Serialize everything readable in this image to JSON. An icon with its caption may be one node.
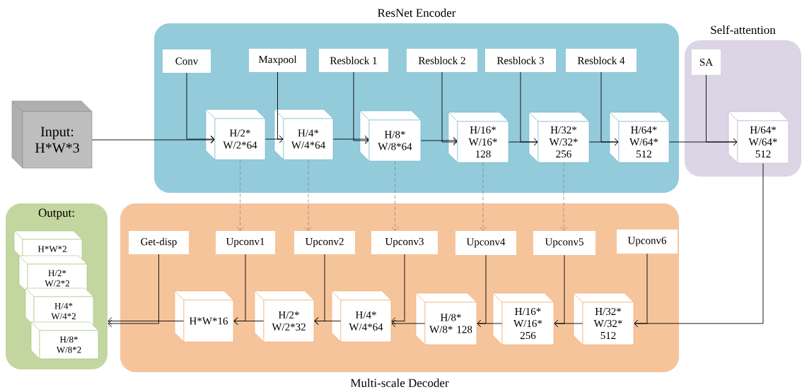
{
  "diagram": {
    "nodes": [
      {
        "text": [
          "ResNet Encoder"
        ]
      },
      {
        "text": [
          "Conv"
        ],
        "in": 0
      },
      {
        "text": [
          "Maxpool"
        ],
        "in": 0
      },
      {
        "text": [
          "Resblock 1"
        ],
        "in": 0
      },
      {
        "text": [
          "Resblock 2"
        ],
        "in": 0
      },
      {
        "text": [
          "Resblock 3"
        ],
        "in": 0
      },
      {
        "text": [
          "Resblock 4"
        ],
        "in": 0
      },
      {
        "text": [
          "Self-attention"
        ]
      },
      {
        "text": [
          "SA"
        ],
        "in": 7
      },
      {
        "text": [
          "Input: H*W*3"
        ]
      },
      {
        "text": [
          "H/2* W/2*64"
        ],
        "in": 0
      },
      {
        "text": [
          "H/4* W/4*64"
        ],
        "in": 0
      },
      {
        "text": [
          "H/8* W/8*64"
        ],
        "in": 0
      },
      {
        "text": [
          "H/16* W/16* 128"
        ],
        "in": 0
      },
      {
        "text": [
          "H/32* W/32* 256"
        ],
        "in": 0
      },
      {
        "text": [
          "H/64* W/64* 512"
        ],
        "in": 0
      },
      {
        "text": [
          "H/64* W/64* 512"
        ],
        "in": 7
      },
      {
        "text": [
          "Output:"
        ]
      },
      {
        "text": [
          "Multi-scale Decoder"
        ]
      },
      {
        "text": [
          "H*W*2"
        ],
        "in": 17
      },
      {
        "text": [
          "H/2* W/2*2"
        ],
        "in": 17
      },
      {
        "text": [
          "H/4* W/4*2"
        ],
        "in": 17
      },
      {
        "text": [
          "H/8* W/8*2"
        ],
        "in": 17
      },
      {
        "text": [
          "Get-disp"
        ],
        "in": 18
      },
      {
        "text": [
          "Upconv1"
        ],
        "in": 18
      },
      {
        "text": [
          "Upconv2"
        ],
        "in": 18
      },
      {
        "text": [
          "Upconv3"
        ],
        "in": 18
      },
      {
        "text": [
          "Upconv4"
        ],
        "in": 18
      },
      {
        "text": [
          "Upconv5"
        ],
        "in": 18
      },
      {
        "text": [
          "Upconv6"
        ],
        "in": 18
      },
      {
        "text": [
          "H*W*16"
        ],
        "in": 18
      },
      {
        "text": [
          "H/2* W/2*32"
        ],
        "in": 18
      },
      {
        "text": [
          "H/4* W/4*64"
        ],
        "in": 18
      },
      {
        "text": [
          "H/8* W/8* 128"
        ],
        "in": 18
      },
      {
        "text": [
          "H/16* W/16* 256"
        ],
        "in": 18
      },
      {
        "text": [
          "H/32* W/32* 512"
        ],
        "in": 18
      }
    ],
    "edges": [
      {
        "from": 9,
        "to": 10,
        "arrow": "to"
      },
      {
        "from": 10,
        "to": 11,
        "arrow": "to"
      },
      {
        "from": 11,
        "to": 12,
        "arrow": "to"
      },
      {
        "from": 12,
        "to": 13,
        "arrow": "to"
      },
      {
        "from": 13,
        "to": 14,
        "arrow": "to"
      },
      {
        "from": 14,
        "to": 15,
        "arrow": "to"
      },
      {
        "from": 15,
        "to": 16,
        "arrow": "to"
      },
      {
        "from": 16,
        "to": 35,
        "arrow": "to"
      },
      {
        "from": 35,
        "to": 34,
        "arrow": "to"
      },
      {
        "from": 34,
        "to": 33,
        "arrow": "to"
      },
      {
        "from": 33,
        "to": 32,
        "arrow": "to"
      },
      {
        "from": 32,
        "to": 31,
        "arrow": "to"
      },
      {
        "from": 31,
        "to": 30,
        "arrow": "to"
      },
      {
        "from": 30,
        "to": 17,
        "arrow": "to"
      },
      {
        "from": 1,
        "to": 10,
        "arrow": "to"
      },
      {
        "from": 2,
        "to": 11,
        "arrow": "to"
      },
      {
        "from": 3,
        "to": 12,
        "arrow": "to"
      },
      {
        "from": 4,
        "to": 13,
        "arrow": "to"
      },
      {
        "from": 5,
        "to": 14,
        "arrow": "to"
      },
      {
        "from": 6,
        "to": 15,
        "arrow": "to"
      },
      {
        "from": 8,
        "to": 16,
        "arrow": "to"
      },
      {
        "from": 29,
        "to": 35,
        "arrow": "to"
      },
      {
        "from": 28,
        "to": 34,
        "arrow": "to"
      },
      {
        "from": 27,
        "to": 33,
        "arrow": "to"
      },
      {
        "from": 26,
        "to": 32,
        "arrow": "to"
      },
      {
        "from": 25,
        "to": 31,
        "arrow": "to"
      },
      {
        "from": 24,
        "to": 30,
        "arrow": "to"
      },
      {
        "from": 23,
        "to": 17,
        "arrow": "to"
      },
      {
        "from": 10,
        "to": 24,
        "arrow": "to",
        "style": "dashed",
        "color": "#808080"
      },
      {
        "from": 11,
        "to": 25,
        "arrow": "to",
        "style": "dashed",
        "color": "#808080"
      },
      {
        "from": 12,
        "to": 26,
        "arrow": "to",
        "style": "dashed",
        "color": "#808080"
      },
      {
        "from": 13,
        "to": 27,
        "arrow": "to",
        "style": "dashed",
        "color": "#808080"
      },
      {
        "from": 14,
        "to": 28,
        "arrow": "to",
        "style": "dashed",
        "color": "#808080"
      }
    ]
  }
}
